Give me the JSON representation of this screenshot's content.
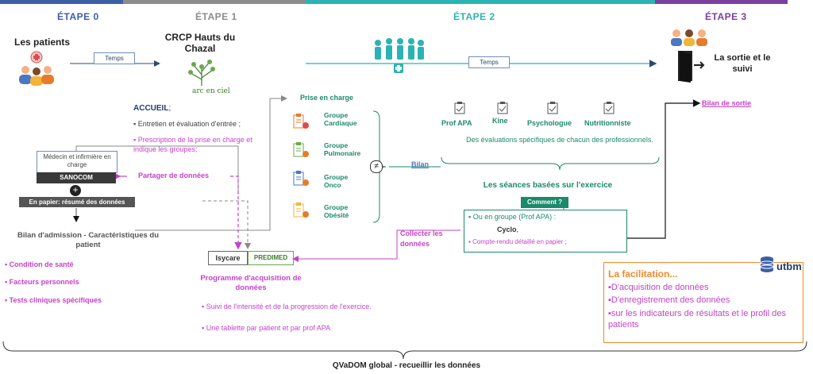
{
  "colors": {
    "stage0": "#3b5fa5",
    "stage1": "#8c8c8c",
    "stage2": "#2bb3b3",
    "stage3": "#7b3fa0",
    "teal": "#1b8a6b",
    "navy": "#1f3c7a",
    "pink": "#c542c9",
    "orange": "#f08a2c"
  },
  "stages": {
    "s0": "ÉTAPE 0",
    "s1": "ÉTAPE 1",
    "s2": "ÉTAPE 2",
    "s3": "ÉTAPE 3"
  },
  "left": {
    "patients": "Les patients",
    "temps": "Temps",
    "medecin": "Médecin et infirmière en charge",
    "sanocom": "SANOCOM",
    "papier": "En papier: résumé des données",
    "bilan_admission": "Bilan d'admission - Caractéristiques du patient",
    "items": [
      "Condition de santé",
      "Facteurs personnels",
      "Tests cliniques spécifiques"
    ]
  },
  "crcp": {
    "title": "CRCP Hauts du Chazal",
    "logo_text": "arc en ciel",
    "accueil": "ACCUEIL",
    "accueil_suffix": ";",
    "entretien": "Entretien et évaluation d'entrée ;",
    "prescription": "Prescription de la prise en charge et indique les groupes;",
    "partager": "Partager de données"
  },
  "program": {
    "isycare": "Isycare",
    "predimed": "PREDIMED",
    "title": "Programme d'acquisition de données",
    "items": [
      "Suivi de l'intensité et de la progression de l'exercice.",
      "Une tablette par patient et par prof APA"
    ]
  },
  "prise": {
    "title": "Prise en charge",
    "groups": [
      "Groupe Cardiaque",
      "Groupe Pulmonaire",
      "Groupe Onco",
      "Groupe Obésité"
    ],
    "neq": "≠",
    "bilan": "Bilan",
    "collecter": "Collecter les données"
  },
  "etape2": {
    "temps": "Temps",
    "profs": [
      "Prof APA",
      "Kine",
      "Psychologue",
      "Nutritionniste"
    ],
    "eval": "Des évaluations spécifiques de chacun des professionnels.",
    "seances": "Les séances basées sur l'exercice",
    "comment": "Comment ?",
    "groupe": "Ou en groupe (Prof APA) :",
    "cyclo": "Cyclo",
    "cyclo_suffix": ",",
    "compte": "Compte-rendu détaillé en papier ;"
  },
  "etape3": {
    "sortie": "La sortie et le suivi",
    "bilan_sortie": "Bilan de sortie"
  },
  "facilitation": {
    "title": "La facilitation...",
    "items": [
      "D'acquisition de données",
      "D'enregistrement des données",
      "sur les indicateurs de résultats et le profil des patients"
    ],
    "utbm": "utbm"
  },
  "footer": "QVaDOM global - recueillir les données"
}
